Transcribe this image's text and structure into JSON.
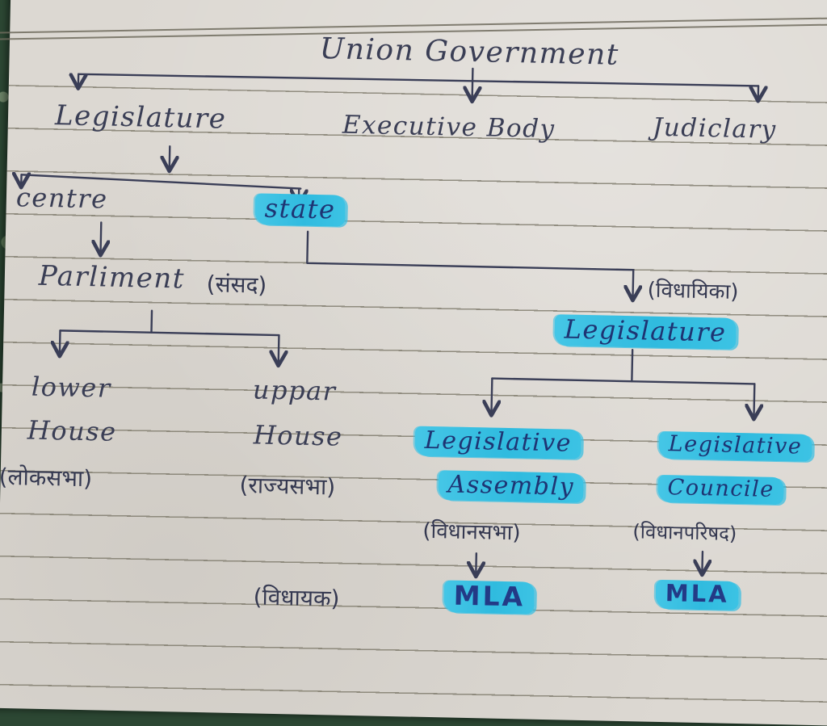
{
  "title": "Union Government",
  "branches": {
    "legislature": "Legislature",
    "executive_body": "Executive Body",
    "judiciary": "Judiclary"
  },
  "levels": {
    "centre": "centre",
    "state": "state"
  },
  "parliament": {
    "name": "Parliment",
    "hindi": "(संसद)"
  },
  "state_legislature": {
    "hindi_label": "(विधायिका)",
    "name": "Legislature"
  },
  "houses": {
    "lower": {
      "line1": "lower",
      "line2": "House",
      "hindi": "(लोकसभा)"
    },
    "upper": {
      "line1": "uppar",
      "line2": "House",
      "hindi": "(राज्यसभा)"
    }
  },
  "state_bodies": {
    "assembly": {
      "line1": "Legislative",
      "line2": "Assembly",
      "hindi": "(विधानसभा)",
      "member": "MLA"
    },
    "council": {
      "line1": "Legislative",
      "line2": "Councile",
      "hindi": "(विधानपरिषद)",
      "member": "MLA"
    }
  },
  "mla_hindi": "(विधायक)",
  "edges": [
    "Union Government -> Legislature",
    "Union Government -> Executive Body",
    "Union Government -> Judiciary",
    "Legislature -> centre",
    "Legislature -> state",
    "centre -> Parliment (संसद)",
    "state -> Legislature (विधायिका)",
    "Parliment -> lower House (लोकसभा)",
    "Parliment -> uppar House (राज्यसभा)",
    "Legislature (state) -> Legislative Assembly (विधानसभा)",
    "Legislature (state) -> Legislative Councile (विधानपरिषद)",
    "Legislative Assembly -> MLA (विधायक)",
    "Legislative Councile -> MLA"
  ],
  "colors": {
    "highlighter": "#3bbfe2",
    "ink": "#3a3e55",
    "highlight_ink": "#1e3473",
    "paper": "#dcd8d2",
    "ruled_line": "#7c7869",
    "background_green": "#2c4733"
  }
}
